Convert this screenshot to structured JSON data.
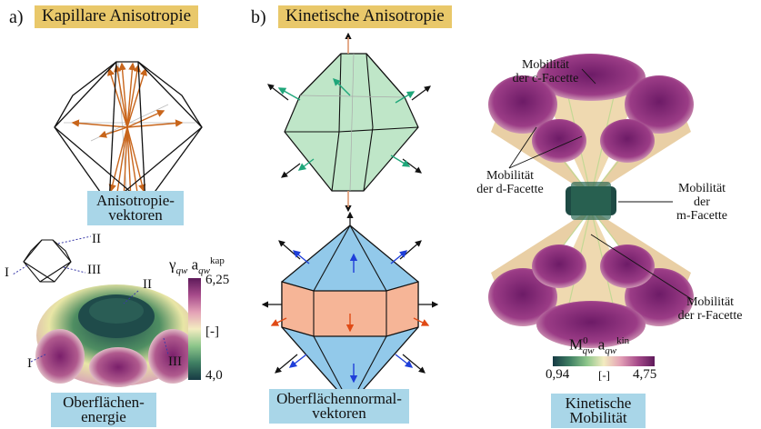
{
  "panel_a": {
    "letter": "a)",
    "title": "Kapillare Anisotropie",
    "caption_vectors": [
      "Anisotropie-",
      "vektoren"
    ],
    "caption_energy": [
      "Oberflächen-",
      "energie"
    ],
    "facet_labels": {
      "I": "I",
      "II": "II",
      "III": "III"
    },
    "colorbar": {
      "label": "γ",
      "label_sub": "qw",
      "label_mid": " a",
      "label_sub2": "qw",
      "label_sup": "kap",
      "max": "6,25",
      "mid": "[-]",
      "min": "4,0"
    }
  },
  "panel_b": {
    "letter": "b)",
    "title": "Kinetische Anisotropie",
    "caption_normals": [
      "Oberflächennormal-",
      "vektoren"
    ],
    "caption_mobility": [
      "Kinetische",
      "Mobilität"
    ],
    "annotations": {
      "c_facet": [
        "Mobilität",
        "der c-Facette"
      ],
      "d_facet": [
        "Mobilität",
        "der d-Facette"
      ],
      "m_facet": [
        "Mobilität",
        "der",
        "m-Facette"
      ],
      "r_facet": [
        "Mobilität",
        "der r-Facette"
      ]
    },
    "colorbar": {
      "label": "M",
      "label_sup": "0",
      "label_sub": "qw",
      "label_mid": " a",
      "label_sub2": "qw",
      "label_sup2": "kin",
      "min": "0,94",
      "mid": "[-]",
      "max": "4,75"
    }
  },
  "colors": {
    "title_bg": "#e9c86a",
    "caption_bg": "#a9d6e8",
    "arrow_orange": "#c8651b",
    "poly_green": "#bfe6c8",
    "poly_blue": "#92c9ea",
    "poly_salmon": "#f6b597",
    "purple": "#7a1f6b",
    "dark_teal": "#173d42",
    "tan": "#e8d2a6"
  }
}
